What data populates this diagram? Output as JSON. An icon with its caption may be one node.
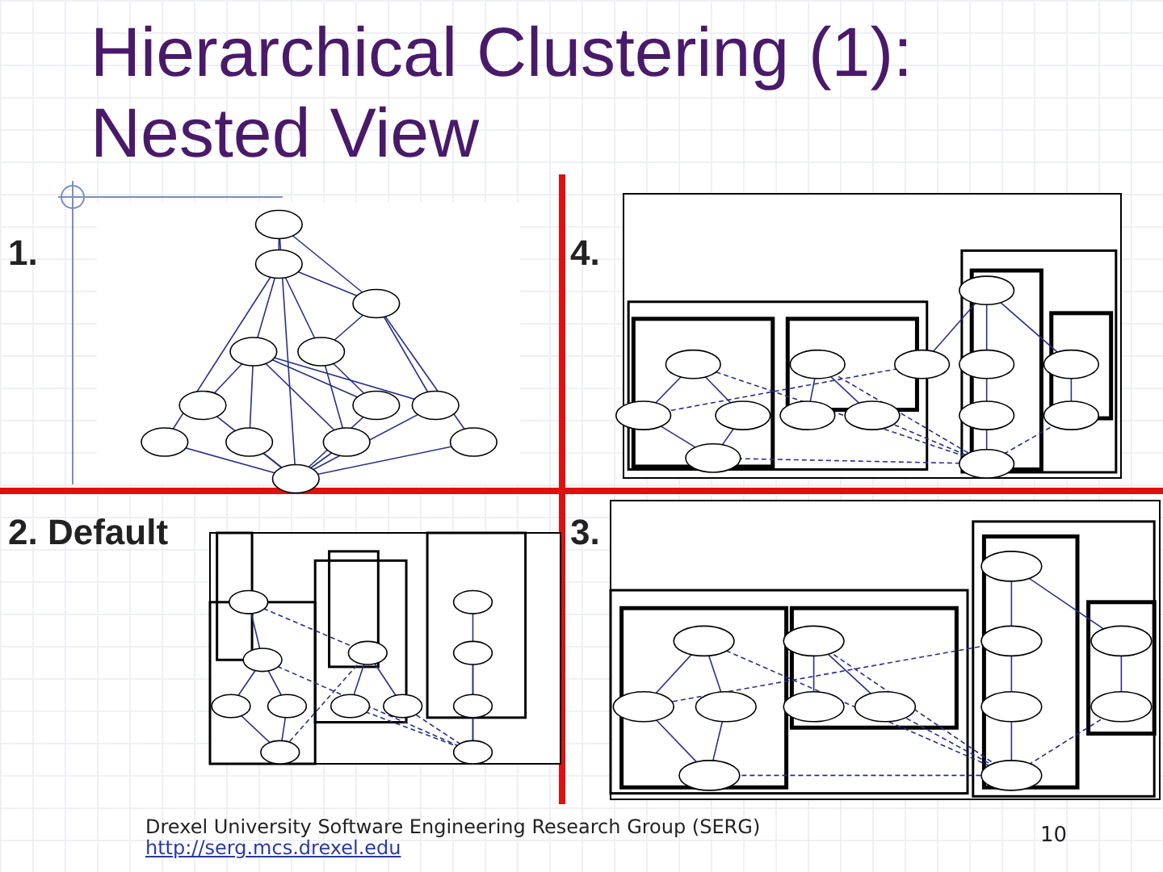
{
  "diagram": {
    "title": "Hierarchical Clustering (1): Nested View",
    "labels": [
      "1.",
      "4.",
      "2. Default",
      "3.",
      "Drexel University Software Engineering Research Group (SERG)",
      "http://serg.mcs.drexel.edu",
      "10"
    ]
  }
}
